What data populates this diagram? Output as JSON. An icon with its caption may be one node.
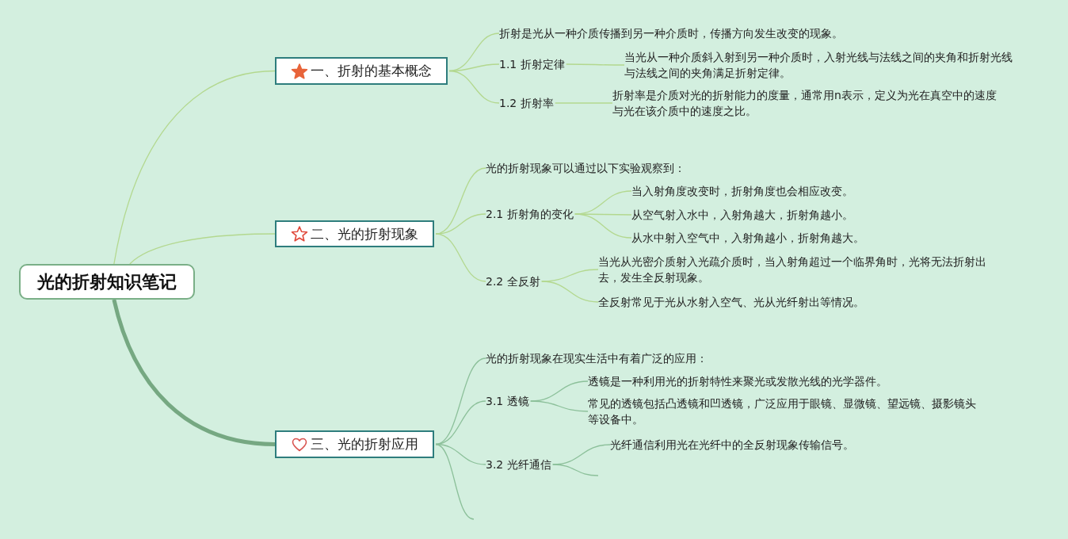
{
  "diagram": {
    "nodes": [
      {
        "text": [
          "光的折射知识笔记"
        ]
      },
      {
        "text": [
          "一、折射的基本概念"
        ]
      },
      {
        "text": [
          "折射是光从一种介质传播到另一种介质时，传播方向发生改变的现象。"
        ]
      },
      {
        "text": [
          "1.1 折射定律"
        ]
      },
      {
        "text": [
          "当光从一种介质斜入射到另一种介质时，入射光线与法线之间的夹角和折射光线与法线之间的夹角满足折射定律。"
        ]
      },
      {
        "text": [
          "1.2 折射率"
        ]
      },
      {
        "text": [
          "折射率是介质对光的折射能力的度量，通常用n表示，定义为光在真空中的速度与光在该介质中的速度之比。"
        ]
      },
      {
        "text": [
          "二、光的折射现象"
        ]
      },
      {
        "text": [
          "光的折射现象可以通过以下实验观察到："
        ]
      },
      {
        "text": [
          "2.1 折射角的变化"
        ]
      },
      {
        "text": [
          "当入射角度改变时，折射角度也会相应改变。"
        ]
      },
      {
        "text": [
          "从空气射入水中，入射角越大，折射角越小。"
        ]
      },
      {
        "text": [
          "从水中射入空气中，入射角越小，折射角越大。"
        ]
      },
      {
        "text": [
          "2.2 全反射"
        ]
      },
      {
        "text": [
          "当光从光密介质射入光疏介质时，当入射角超过一个临界角时，光将无法折射出去，发生全反射现象。"
        ]
      },
      {
        "text": [
          "全反射常见于光从水射入空气、光从光纤射出等情况。"
        ]
      },
      {
        "text": [
          "三、光的折射应用"
        ]
      },
      {
        "text": [
          "光的折射现象在现实生活中有着广泛的应用："
        ]
      },
      {
        "text": [
          "3.1 透镜"
        ]
      },
      {
        "text": [
          "透镜是一种利用光的折射特性来聚光或发散光线的光学器件。"
        ]
      },
      {
        "text": [
          "常见的透镜包括凸透镜和凹透镜，广泛应用于眼镜、显微镜、望远镜、摄影镜头等设备中。"
        ]
      },
      {
        "text": [
          "3.2 光纤通信"
        ]
      },
      {
        "text": [
          "光纤通信利用光在光纤中的全反射现象传输信号。"
        ]
      }
    ],
    "edges": [
      {
        "from": 0,
        "to": 1,
        "arrow": "none"
      },
      {
        "from": 1,
        "to": 2,
        "arrow": "none"
      },
      {
        "from": 1,
        "to": 3,
        "arrow": "none"
      },
      {
        "from": 1,
        "to": 5,
        "arrow": "none"
      },
      {
        "from": 3,
        "to": 4,
        "arrow": "none"
      },
      {
        "from": 5,
        "to": 6,
        "arrow": "none"
      },
      {
        "from": 0,
        "to": 7,
        "arrow": "none"
      },
      {
        "from": 7,
        "to": 8,
        "arrow": "none"
      },
      {
        "from": 7,
        "to": 9,
        "arrow": "none"
      },
      {
        "from": 7,
        "to": 13,
        "arrow": "none"
      },
      {
        "from": 9,
        "to": 10,
        "arrow": "none"
      },
      {
        "from": 9,
        "to": 11,
        "arrow": "none"
      },
      {
        "from": 9,
        "to": 12,
        "arrow": "none"
      },
      {
        "from": 13,
        "to": 14,
        "arrow": "none"
      },
      {
        "from": 13,
        "to": 15,
        "arrow": "none"
      },
      {
        "from": 0,
        "to": 16,
        "arrow": "none",
        "style": "thick",
        "color": "#76a882"
      },
      {
        "from": 16,
        "to": 17,
        "arrow": "none",
        "color": "#8cc09a"
      },
      {
        "from": 16,
        "to": 18,
        "arrow": "none",
        "color": "#8cc09a"
      },
      {
        "from": 16,
        "to": 21,
        "arrow": "none",
        "color": "#8cc09a"
      },
      {
        "from": 16,
        "to": null,
        "arrow": "none",
        "color": "#8cc09a"
      },
      {
        "from": 18,
        "to": 19,
        "arrow": "none",
        "color": "#8cc09a"
      },
      {
        "from": 18,
        "to": 20,
        "arrow": "none",
        "color": "#8cc09a"
      },
      {
        "from": 21,
        "to": 22,
        "arrow": "none",
        "color": "#8cc09a"
      },
      {
        "from": 21,
        "to": null,
        "arrow": "none",
        "color": "#8cc09a"
      }
    ]
  }
}
